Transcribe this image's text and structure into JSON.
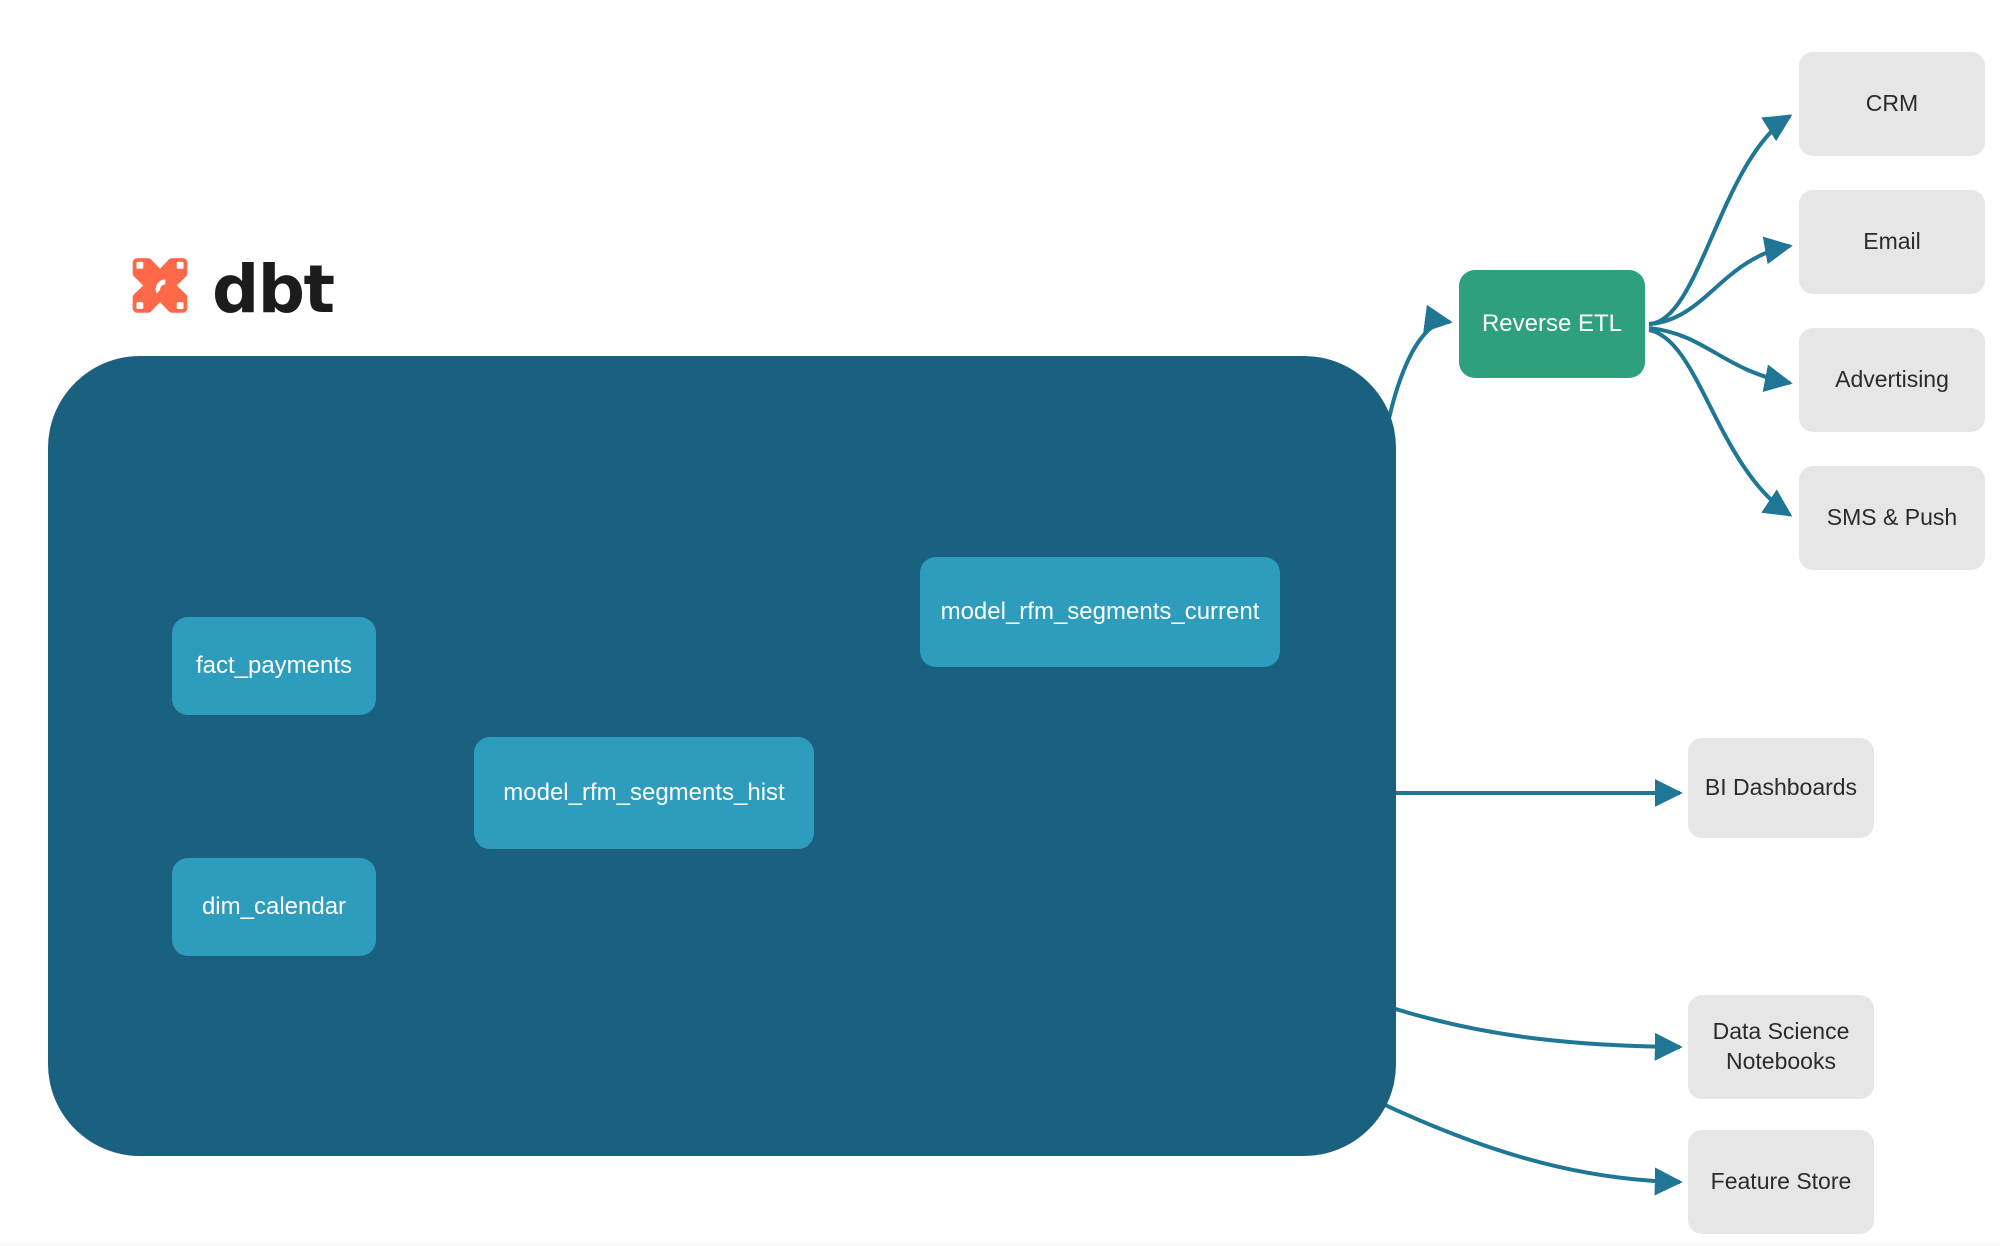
{
  "brand": {
    "wordmark": "dbt",
    "logo_icon": "dbt-logo-icon",
    "logo_color": "#ff694a"
  },
  "colors": {
    "project_container": "#1a6180",
    "model_node": "#2e9cbd",
    "reverse_etl_node": "#2fa07e",
    "destination_node": "#e6e6e6",
    "external_edge": "#1f7695",
    "internal_edge": "#3f93ad",
    "node_text_light": "#ffffff",
    "node_text_dark": "#2b2b2b",
    "canvas": "#ffffff"
  },
  "project": {
    "container_name": "dbt-project-container",
    "sources": [
      {
        "id": "fact_payments",
        "label": "fact_payments"
      },
      {
        "id": "dim_calendar",
        "label": "dim_calendar"
      }
    ],
    "models": [
      {
        "id": "model_rfm_segments_hist",
        "label": "model_rfm_segments_hist"
      },
      {
        "id": "model_rfm_segments_current",
        "label": "model_rfm_segments_current"
      }
    ]
  },
  "activation": {
    "reverse_etl": {
      "id": "reverse_etl",
      "label": "Reverse ETL"
    },
    "reverse_etl_destinations": [
      {
        "id": "crm",
        "label": "CRM"
      },
      {
        "id": "email",
        "label": "Email"
      },
      {
        "id": "advertising",
        "label": "Advertising"
      },
      {
        "id": "sms_push",
        "label": "SMS & Push"
      }
    ]
  },
  "consumers": [
    {
      "id": "bi_dashboards",
      "label": "BI Dashboards",
      "line1": "BI Dashboards",
      "line2": ""
    },
    {
      "id": "data_science_notebooks",
      "label": "Data Science Notebooks",
      "line1": "Data Science",
      "line2": "Notebooks"
    },
    {
      "id": "feature_store",
      "label": "Feature Store",
      "line1": "Feature Store",
      "line2": ""
    }
  ],
  "edges": [
    {
      "from": "fact_payments",
      "to": "model_rfm_segments_hist",
      "style": "internal-curve"
    },
    {
      "from": "dim_calendar",
      "to": "model_rfm_segments_hist",
      "style": "internal-curve"
    },
    {
      "from": "model_rfm_segments_hist",
      "to": "model_rfm_segments_current",
      "style": "internal-curve"
    },
    {
      "from": "model_rfm_segments_current",
      "to": "reverse_etl",
      "style": "external-curve"
    },
    {
      "from": "model_rfm_segments_hist",
      "to": "bi_dashboards",
      "style": "external-straight"
    },
    {
      "from": "model_rfm_segments_hist",
      "to": "data_science_notebooks",
      "style": "external-curve"
    },
    {
      "from": "model_rfm_segments_hist",
      "to": "feature_store",
      "style": "external-curve"
    },
    {
      "from": "reverse_etl",
      "to": "crm",
      "style": "external-curve"
    },
    {
      "from": "reverse_etl",
      "to": "email",
      "style": "external-curve"
    },
    {
      "from": "reverse_etl",
      "to": "advertising",
      "style": "external-curve"
    },
    {
      "from": "reverse_etl",
      "to": "sms_push",
      "style": "external-curve"
    }
  ]
}
